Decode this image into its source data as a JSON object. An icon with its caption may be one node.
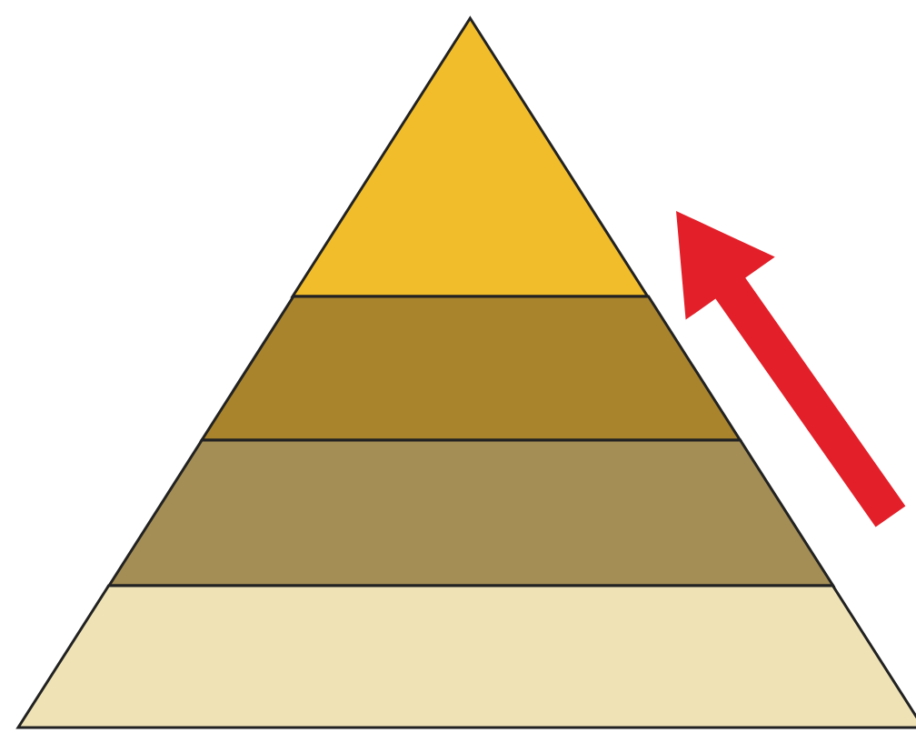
{
  "diagram": {
    "nodes": [
      {
        "text": [],
        "shape": "triangle"
      },
      {
        "text": [],
        "shape": "trapezoid"
      },
      {
        "text": [],
        "shape": "trapezoid"
      },
      {
        "text": [],
        "shape": "trapezoid"
      }
    ]
  }
}
